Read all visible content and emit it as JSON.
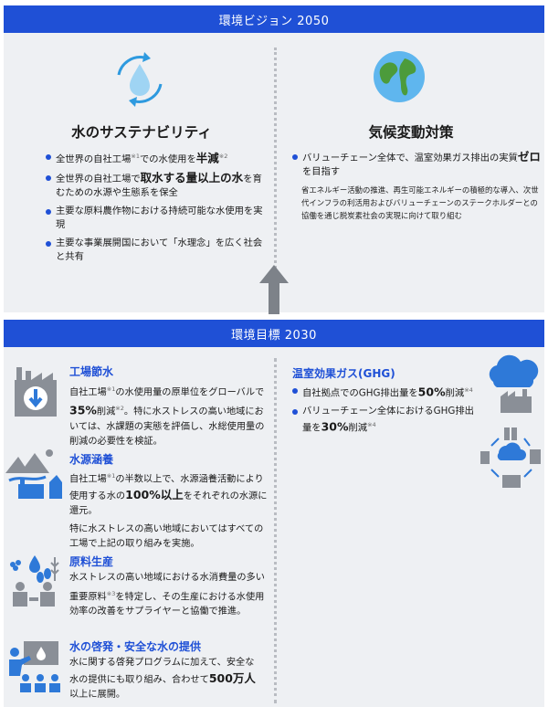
{
  "vision": {
    "banner": "環境ビジョン 2050",
    "water": {
      "title": "水のサステナビリティ",
      "bullets": [
        {
          "pre": "全世界の自社工場",
          "note1": "※1",
          "mid": "での水使用を",
          "bold": "半減",
          "note2": "※2"
        },
        {
          "pre": "全世界の自社工場で",
          "bold": "取水する量以上の水",
          "post": "を育むための水源や生態系を保全"
        },
        {
          "text": "主要な原料農作物における持続可能な水使用を実現"
        },
        {
          "text": "主要な事業展開国において「水理念」を広く社会と共有"
        }
      ]
    },
    "climate": {
      "title": "気候変動対策",
      "bullet_pre": "バリューチェーン全体で、温室効果ガス排出の実質",
      "bullet_bold": "ゼロ",
      "bullet_post": "を目指す",
      "note": "省エネルギー活動の推進、再生可能エネルギーの積極的な導入、次世代インフラの利活用およびバリューチェーンのステークホルダーとの協働を通じ脱炭素社会の実現に向けて取り組む"
    }
  },
  "target": {
    "banner": "環境目標 2030",
    "factory": {
      "head": "工場節水",
      "t1": "自社工場",
      "n1": "※1",
      "t2": "の水使用量の原単位をグローバルで",
      "bold": "35%",
      "t3": "削減",
      "n2": "※2",
      "t4": "。特に水ストレスの高い地域においては、水課題の実態を評価し、水総使用量の削減の必要性を検証。"
    },
    "source": {
      "head": "水源涵養",
      "t1": "自社工場",
      "n1": "※1",
      "t2": "の半数以上で、水源涵養活動により使用する水の",
      "bold": "100%以上",
      "t3": "をそれぞれの水源に還元。",
      "p2": "特に水ストレスの高い地域においてはすべての工場で上記の取り組みを実施。"
    },
    "material": {
      "head": "原料生産",
      "t1": "水ストレスの高い地域における水消費量の多い重要原料",
      "n1": "※3",
      "t2": "を特定し、その生産における水使用効率の改善をサプライヤーと協働で推進。"
    },
    "education": {
      "head": "水の啓発・安全な水の提供",
      "t1": "水に関する啓発プログラムに加えて、安全な水の提供にも取り組み、合わせて",
      "bold": "500万人",
      "t2": "以上に展開。"
    },
    "ghg": {
      "head": "温室効果ガス(GHG)",
      "b1_pre": "自社拠点でのGHG排出量を",
      "b1_bold": "50%",
      "b1_post": "削減",
      "b1_note": "※4",
      "b2_pre": "バリューチェーン全体におけるGHG排出量を",
      "b2_bold": "30%",
      "b2_post": "削減",
      "b2_note": "※4"
    }
  },
  "colors": {
    "accent": "#1f50d6",
    "gray_icon": "#8a8f97",
    "light_blue": "#4aa0e6"
  }
}
